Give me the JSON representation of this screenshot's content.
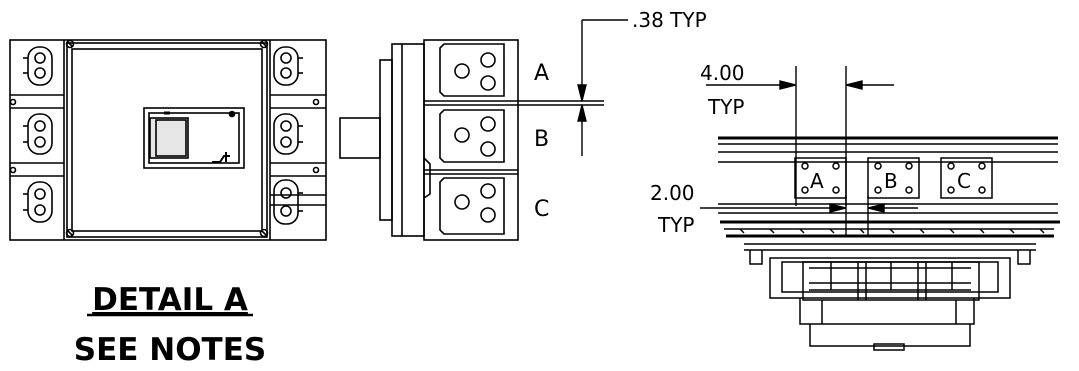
{
  "detail": {
    "title": "DETAIL A",
    "subtitle": "SEE NOTES"
  },
  "side_view": {
    "phase_labels": [
      "A",
      "B",
      "C"
    ]
  },
  "dimensions": {
    "gap": ".38 TYP",
    "spacing_value": "4.00",
    "spacing_note": "TYP",
    "offset_value": "2.00",
    "offset_note": "TYP"
  },
  "top_view": {
    "terminal_labels": [
      "A",
      "B",
      "C"
    ]
  },
  "colors": {
    "line": "#000000",
    "fill": "#ffffff",
    "handle": "#e6e6e6"
  }
}
